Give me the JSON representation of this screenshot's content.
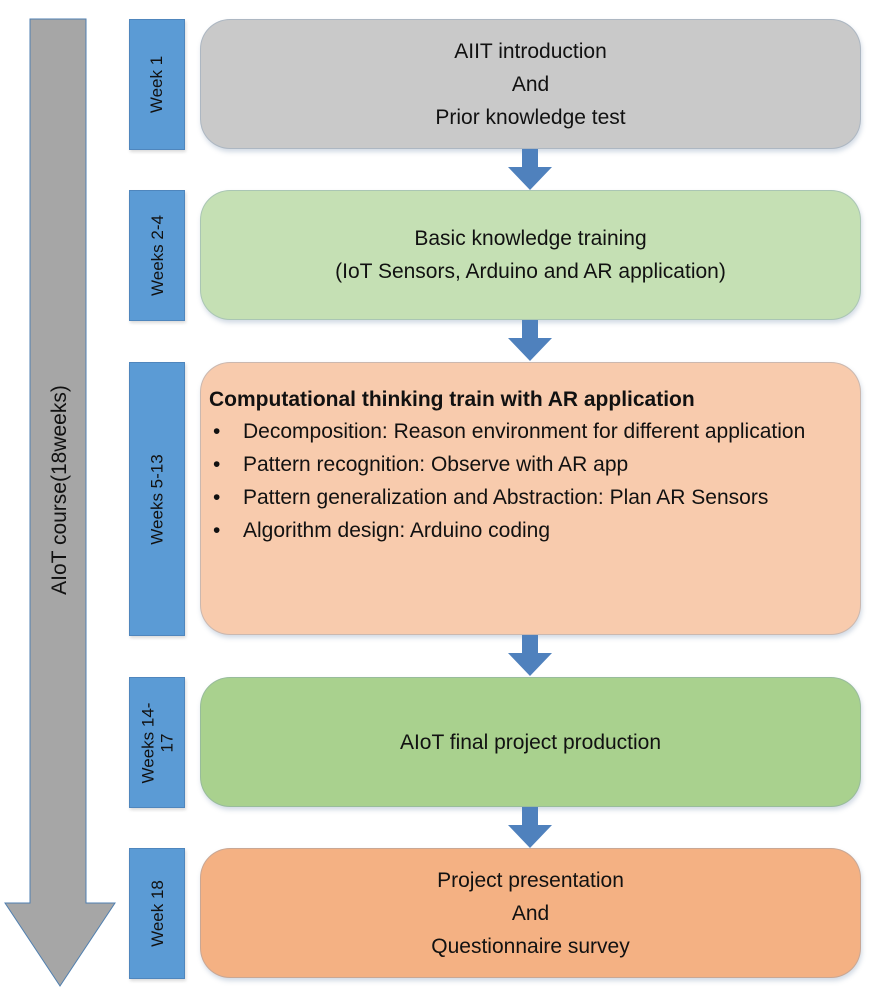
{
  "course": {
    "label": "AIoT course(18weeks)",
    "arrow_color": "#a6a6a6"
  },
  "colors": {
    "week_tab": "#5b9bd5",
    "flow_arrow": "#4f81bd",
    "stage1": "#c9c9c9",
    "stage2": "#c5e0b4",
    "stage3": "#f8cbad",
    "stage4": "#a9d18e",
    "stage5": "#f4b183"
  },
  "stages": [
    {
      "week": "Week 1",
      "lines": [
        "AIIT introduction",
        "And",
        "Prior knowledge test"
      ]
    },
    {
      "week": "Weeks 2-4",
      "lines": [
        "Basic knowledge training",
        "(IoT Sensors, Arduino and AR application)"
      ]
    },
    {
      "week": "Weeks 5-13",
      "heading": "Computational thinking train with AR application",
      "bullets": [
        "Decomposition: Reason environment for different application",
        "Pattern recognition: Observe with AR app",
        "Pattern generalization and Abstraction: Plan AR Sensors",
        "Algorithm design: Arduino coding"
      ],
      "bullet_glyph": "•"
    },
    {
      "week_line1": "Weeks 14-",
      "week_line2": "17",
      "lines": [
        "AIoT final project production"
      ]
    },
    {
      "week": "Week 18",
      "lines": [
        "Project presentation",
        "And",
        "Questionnaire survey"
      ]
    }
  ]
}
